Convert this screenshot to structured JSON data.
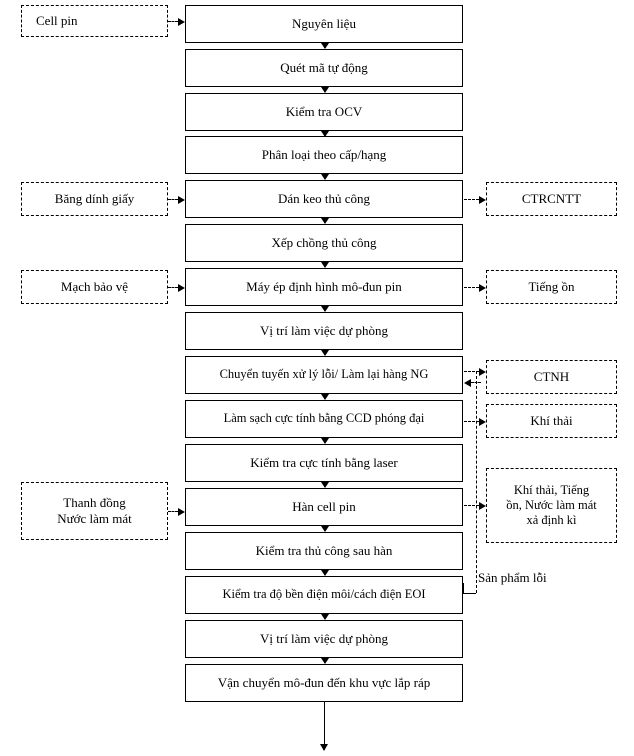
{
  "diagram": {
    "title": "Quy trinh san xuat mo-dun pin",
    "process_steps": [
      {
        "id": "nguyen-lieu",
        "label": "Nguyên liệu"
      },
      {
        "id": "quet-ma-tu-dong",
        "label": "Quét mã tự động"
      },
      {
        "id": "kiem-tra-ocv",
        "label": "Kiểm tra OCV"
      },
      {
        "id": "phan-loai",
        "label": "Phân loại theo cấp/hạng"
      },
      {
        "id": "dan-keo-thu-cong",
        "label": "Dán keo thủ công"
      },
      {
        "id": "xep-chong-thu-cong",
        "label": "Xếp chồng thủ công"
      },
      {
        "id": "may-ep-dinh-hinh",
        "label": "Máy ép định hình mô-đun pin"
      },
      {
        "id": "vi-tri-du-phong-1",
        "label": "Vị trí làm việc dự phòng"
      },
      {
        "id": "chuyen-tuyen-ng",
        "label": "Chuyển tuyến xử lý lỗi/ Làm lại hàng NG"
      },
      {
        "id": "lam-sach-ccd",
        "label": "Làm sạch cực tính bằng CCD phóng đại"
      },
      {
        "id": "kiem-tra-laser",
        "label": "Kiểm tra cực tính bằng laser"
      },
      {
        "id": "han-cell-pin",
        "label": "Hàn cell pin"
      },
      {
        "id": "kiem-tra-sau-han",
        "label": "Kiểm tra thủ công sau hàn"
      },
      {
        "id": "kiem-tra-eoi",
        "label": "Kiểm tra độ bền điện môi/cách điện EOI"
      },
      {
        "id": "vi-tri-du-phong-2",
        "label": "Vị trí làm việc dự phòng"
      },
      {
        "id": "van-chuyen-lap-rap",
        "label": "Vận chuyển mô-đun đến khu vực lắp ráp"
      }
    ],
    "inputs": [
      {
        "id": "cell-pin",
        "lines": [
          "Cell pin"
        ]
      },
      {
        "id": "bang-dinh-giay",
        "lines": [
          "Băng dính giấy"
        ]
      },
      {
        "id": "mach-bao-ve",
        "lines": [
          "Mạch bảo vệ"
        ]
      },
      {
        "id": "thanh-dong",
        "lines": [
          "Thanh đồng",
          "Nước làm mát"
        ]
      }
    ],
    "outputs": [
      {
        "id": "ctrcntt",
        "lines": [
          "CTRCNTT"
        ]
      },
      {
        "id": "tieng-on",
        "lines": [
          "Tiếng ồn"
        ]
      },
      {
        "id": "ctnh",
        "lines": [
          "CTNH"
        ]
      },
      {
        "id": "khi-thai",
        "lines": [
          "Khí thải"
        ]
      },
      {
        "id": "khi-thai-tieng-on",
        "lines": [
          "Khí thải, Tiếng",
          "ồn, Nước làm mát",
          "xả định kì"
        ]
      }
    ],
    "annotations": [
      {
        "id": "san-pham-loi",
        "label": "Sản phẩm lỗi"
      }
    ],
    "colors": {
      "line": "#000000",
      "background": "#ffffff",
      "text": "#000000"
    }
  }
}
